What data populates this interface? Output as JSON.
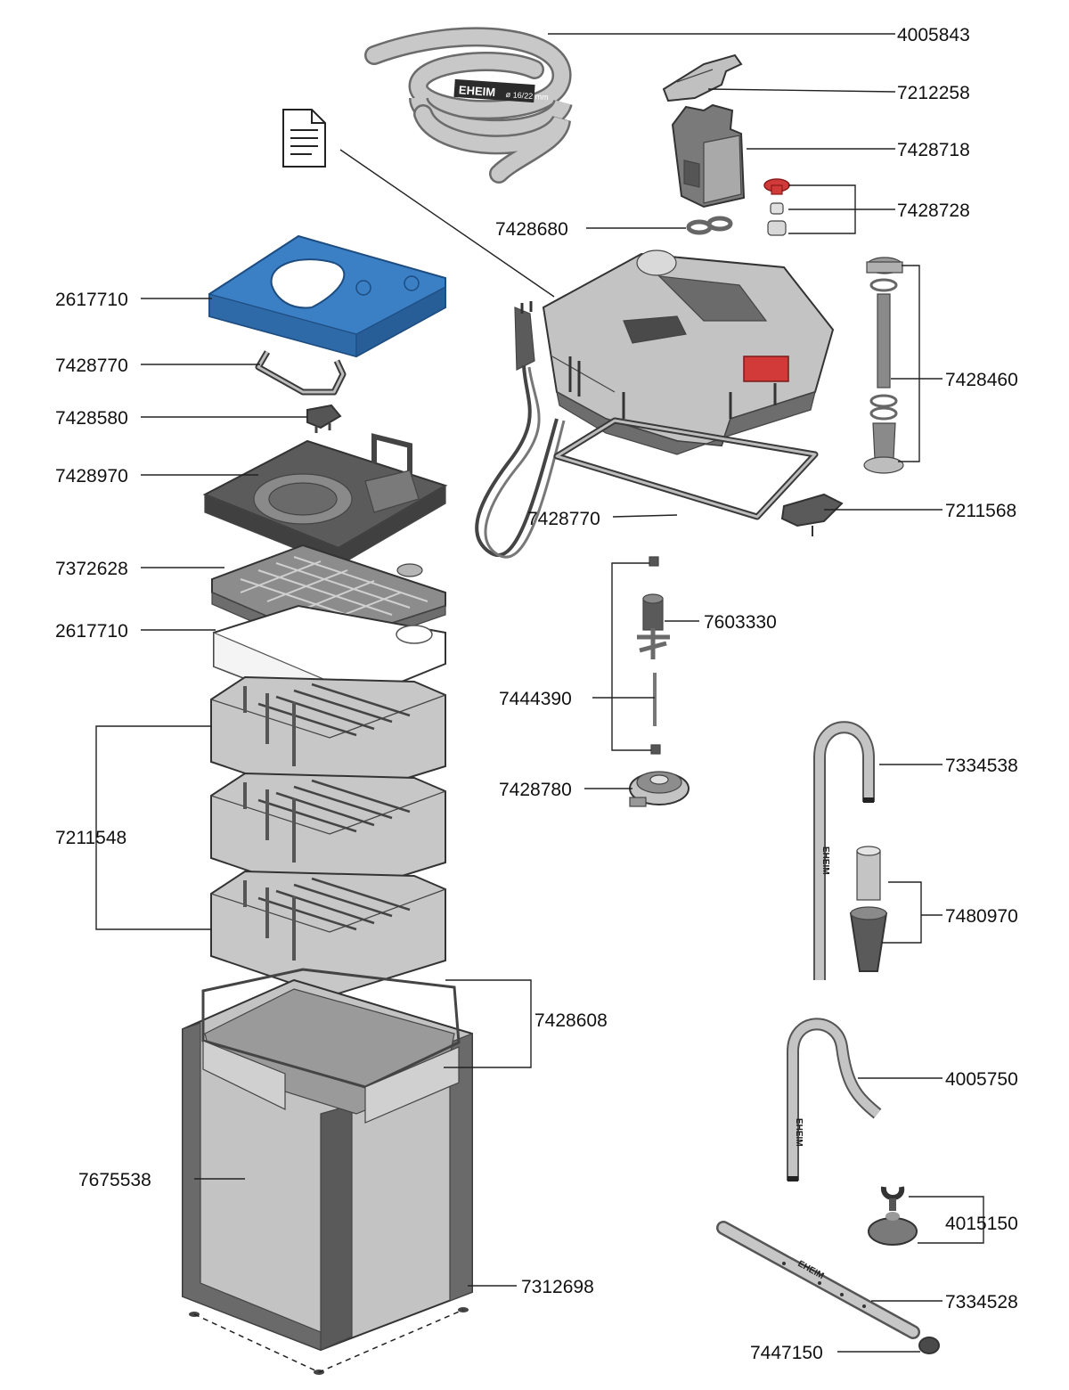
{
  "colors": {
    "accent_blue": "#3b7fc4",
    "part_gray": "#c3c3c3",
    "dark_gray": "#5a5a5a",
    "white_part": "#ffffff",
    "red_part": "#d23a3a"
  },
  "parts": {
    "hose_top": "4005843",
    "clip": "7212258",
    "valve_block": "7428718",
    "small_parts": "7428728",
    "gaskets_small": "7428680",
    "pad_blue": "2617710",
    "seal_lid": "7428770",
    "cap_small": "7428580",
    "filter_lid": "7428970",
    "strainer_grid": "7372628",
    "pad_white": "2617710",
    "filter_baskets": "7211548",
    "inner_frame": "7428608",
    "canister": "7675538",
    "feet": "7312698",
    "spindle_assembly": "7428460",
    "pump_seal": "7428770",
    "latch": "7211568",
    "impeller": "7603330",
    "shaft_set": "7444390",
    "pump_cover": "7428780",
    "intake_pipe": "7334538",
    "intake_strainer": "7480970",
    "outlet_pipe": "4005750",
    "suction_cup": "4015150",
    "spray_bar": "7334528",
    "end_cap": "7447150"
  },
  "brand": "EHEIM",
  "hose_marking": "ø 16/22 mm"
}
